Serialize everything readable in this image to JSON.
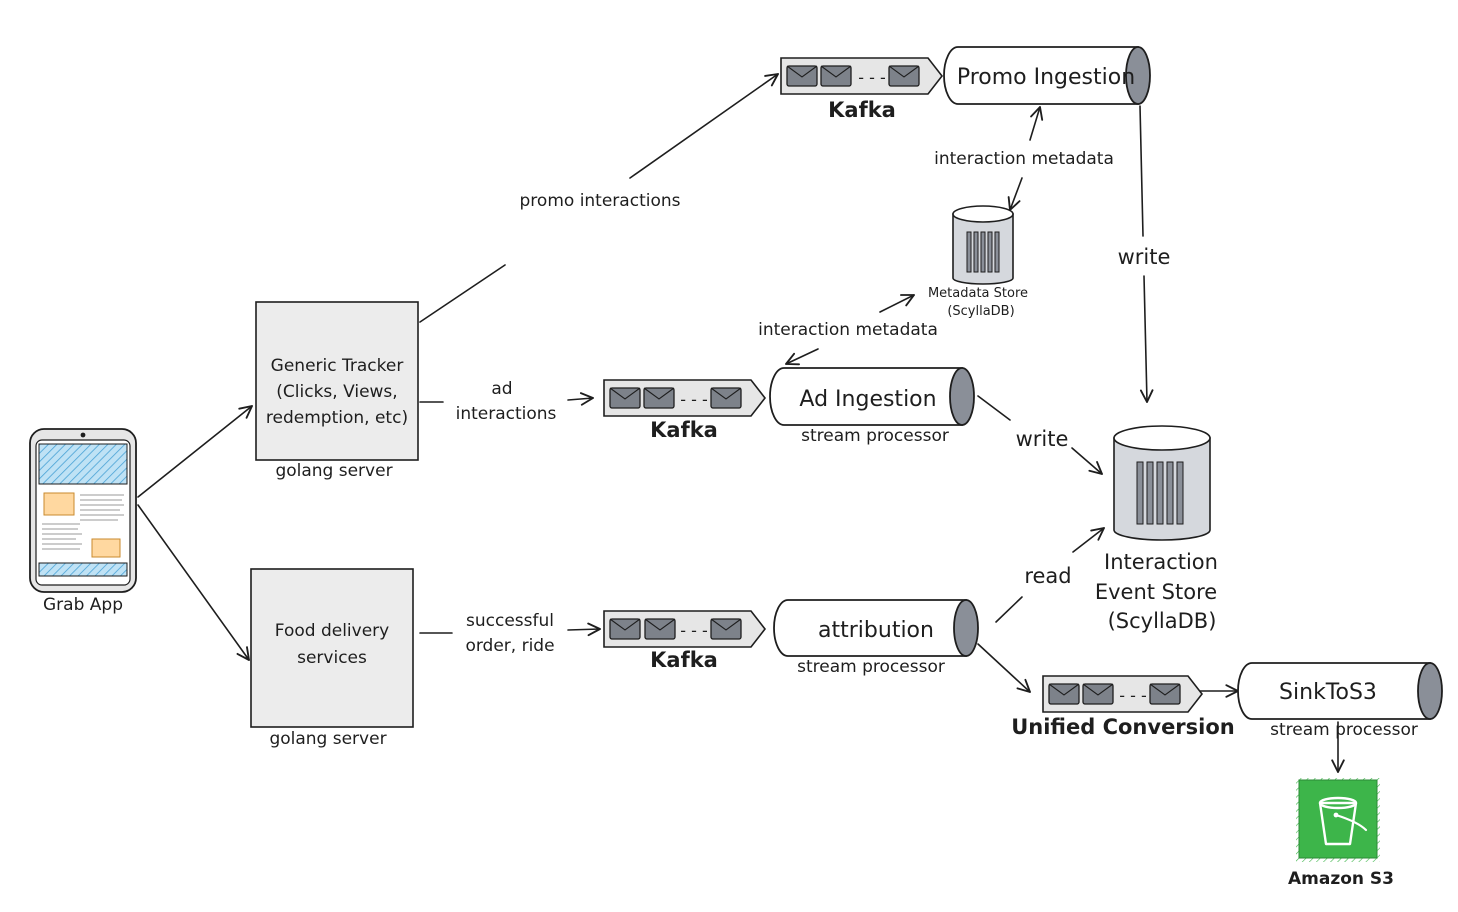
{
  "app": {
    "label": "Grab App"
  },
  "nodes": {
    "generic_tracker": {
      "lines": [
        "Generic Tracker",
        "(Clicks, Views,",
        "redemption, etc)"
      ],
      "caption": "golang server"
    },
    "food_delivery": {
      "lines": [
        "Food delivery",
        "services"
      ],
      "caption": "golang server"
    },
    "kafka_promo": {
      "label": "Kafka"
    },
    "kafka_ad": {
      "label": "Kafka"
    },
    "kafka_order": {
      "label": "Kafka"
    },
    "kafka_unified": {
      "label": "Unified Conversion"
    },
    "promo_ingestion": {
      "title": "Promo Ingestion"
    },
    "ad_ingestion": {
      "title": "Ad Ingestion",
      "caption": "stream processor"
    },
    "attribution": {
      "title": "attribution",
      "caption": "stream processor"
    },
    "sink_to_s3": {
      "title": "SinkToS3",
      "caption": "stream processor"
    },
    "metadata_store": {
      "lines": [
        "Metadata Store",
        "(ScyllaDB)"
      ]
    },
    "event_store": {
      "lines": [
        "Interaction",
        "Event Store",
        "(ScyllaDB)"
      ]
    },
    "amazon_s3": {
      "label": "Amazon S3"
    }
  },
  "edges": {
    "promo_interactions": "promo interactions",
    "ad_interactions": [
      "ad",
      "interactions"
    ],
    "successful_order": [
      "successful",
      "order, ride"
    ],
    "interaction_metadata_promo": "interaction metadata",
    "interaction_metadata_ad": "interaction metadata",
    "write_promo": "write",
    "write_ad": "write",
    "read": "read"
  },
  "colors": {
    "stroke": "#1e1e1e",
    "box_fill": "#ececec",
    "cylinder_cap": "#8a8f98",
    "envelope": "#7d828a",
    "screen_hatch": "#4aa3d6",
    "card_fill": "#ffd8a0",
    "s3_green": "#3db54a"
  },
  "icons": {
    "app": "phone-icon",
    "queue": "message-queue-icon",
    "database": "database-icon",
    "storage": "s3-bucket-icon"
  }
}
